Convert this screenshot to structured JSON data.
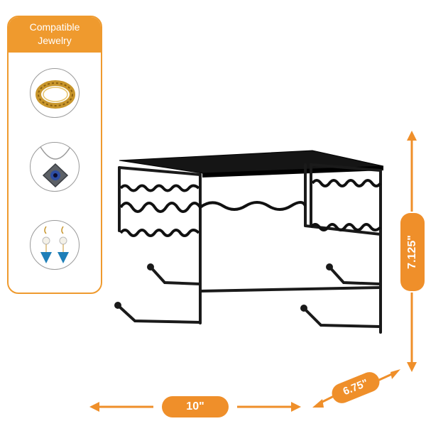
{
  "panel": {
    "title_line1": "Compatible",
    "title_line2": "Jewelry",
    "items": [
      "bracelet-icon",
      "necklace-icon",
      "earrings-icon"
    ]
  },
  "dimensions": {
    "height": "7.125\"",
    "depth": "6.75\"",
    "width": "10\""
  },
  "colors": {
    "accent": "#ef9a2e",
    "rack": "#1a1a1a",
    "gold": "#c8962c"
  }
}
